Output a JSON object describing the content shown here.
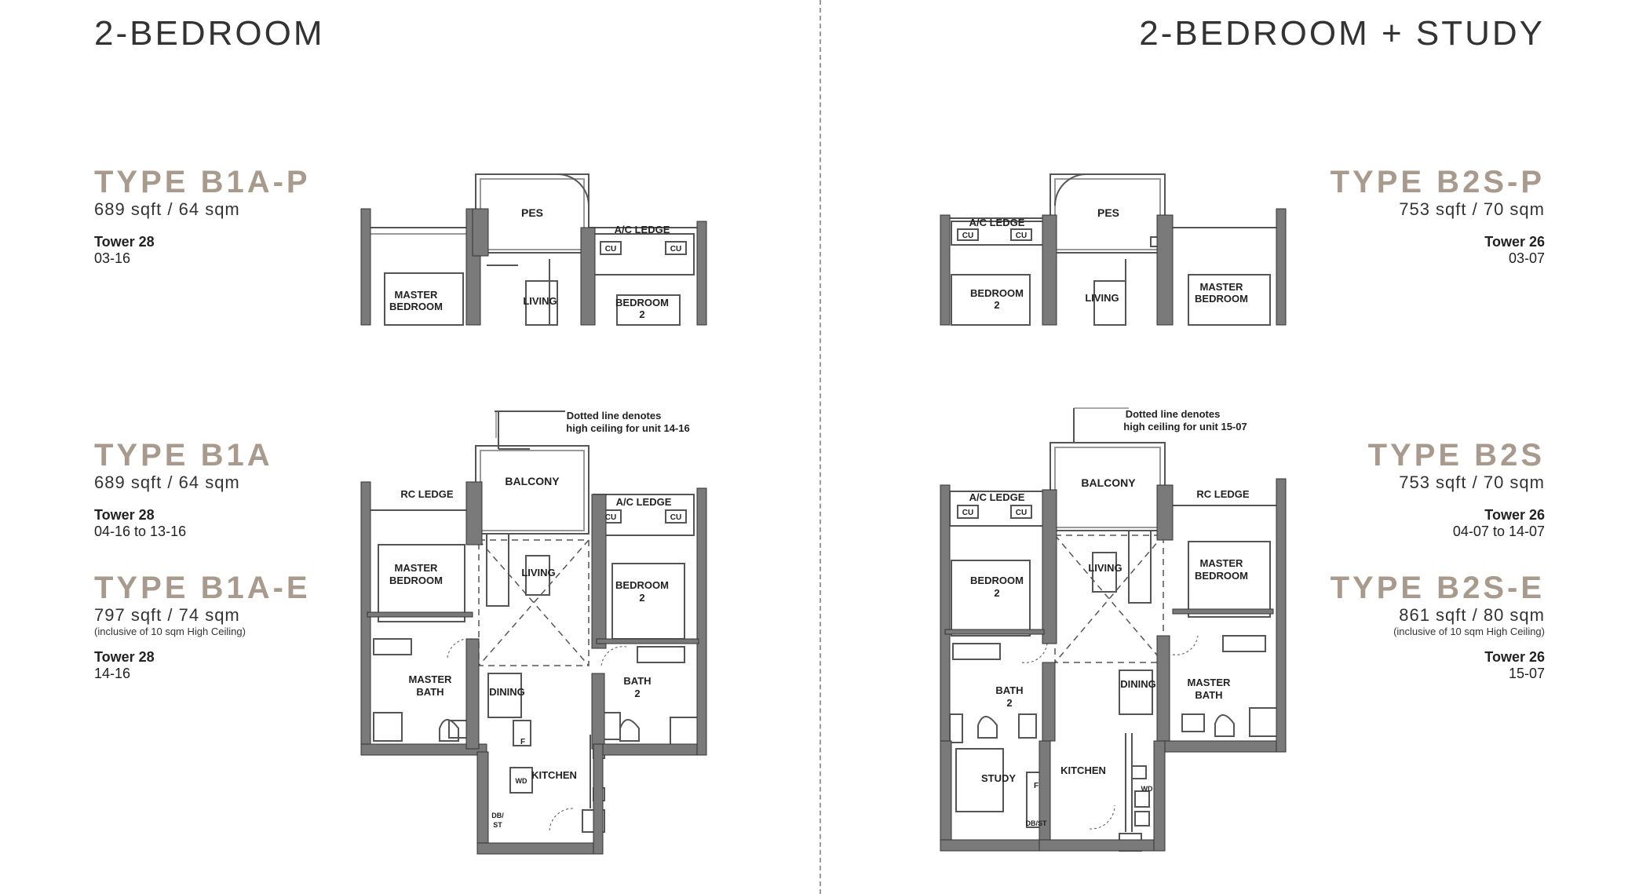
{
  "left": {
    "title": "2-BEDROOM",
    "types": [
      {
        "name": "TYPE B1A-P",
        "size": "689 sqft / 64 sqm",
        "note": "",
        "tower": "Tower 28",
        "units": "03-16"
      },
      {
        "name": "TYPE B1A",
        "size": "689 sqft / 64 sqm",
        "note": "",
        "tower": "Tower 28",
        "units": "04-16 to 13-16"
      },
      {
        "name": "TYPE B1A-E",
        "size": "797 sqft / 74 sqm",
        "note": "(inclusive of 10 sqm High Ceiling)",
        "tower": "Tower 28",
        "units": "14-16"
      }
    ]
  },
  "right": {
    "title": "2-BEDROOM + STUDY",
    "types": [
      {
        "name": "TYPE B2S-P",
        "size": "753 sqft / 70 sqm",
        "note": "",
        "tower": "Tower 26",
        "units": "03-07"
      },
      {
        "name": "TYPE B2S",
        "size": "753 sqft / 70 sqm",
        "note": "",
        "tower": "Tower 26",
        "units": "04-07 to 14-07"
      },
      {
        "name": "TYPE B2S-E",
        "size": "861 sqft / 80 sqm",
        "note": "(inclusive of 10 sqm High Ceiling)",
        "tower": "Tower 26",
        "units": "15-07"
      }
    ]
  },
  "plans": {
    "b1a_p": {
      "pes": "PES",
      "ac_ledge": "A/C LEDGE",
      "cu": "CU",
      "master_1": "MASTER",
      "master_2": "BEDROOM",
      "living": "LIVING",
      "bedroom": "BEDROOM",
      "bedroom_no": "2"
    },
    "b1a": {
      "note_1": "Dotted line denotes",
      "note_2": "high ceiling for unit 14-16",
      "balcony": "BALCONY",
      "rc_ledge": "RC LEDGE",
      "ac_ledge": "A/C LEDGE",
      "cu": "CU",
      "master_1": "MASTER",
      "master_2": "BEDROOM",
      "living": "LIVING",
      "bedroom": "BEDROOM",
      "bedroom_no": "2",
      "mbath_1": "MASTER",
      "mbath_2": "BATH",
      "dining": "DINING",
      "bath": "BATH",
      "bath_no": "2",
      "kitchen": "KITCHEN",
      "f": "F",
      "wd": "WD",
      "db_1": "DB/",
      "db_2": "ST"
    },
    "b2s_p": {
      "pes": "PES",
      "ac_ledge": "A/C LEDGE",
      "cu": "CU",
      "bedroom": "BEDROOM",
      "bedroom_no": "2",
      "living": "LIVING",
      "master_1": "MASTER",
      "master_2": "BEDROOM"
    },
    "b2s": {
      "note_1": "Dotted line denotes",
      "note_2": "high ceiling for unit 15-07",
      "balcony": "BALCONY",
      "ac_ledge": "A/C LEDGE",
      "cu": "CU",
      "rc_ledge": "RC LEDGE",
      "bedroom": "BEDROOM",
      "bedroom_no": "2",
      "living": "LIVING",
      "master_1": "MASTER",
      "master_2": "BEDROOM",
      "bath": "BATH",
      "bath_no": "2",
      "dining": "DINING",
      "mbath_1": "MASTER",
      "mbath_2": "BATH",
      "wd": "WD",
      "study": "STUDY",
      "kitchen": "KITCHEN",
      "f": "F",
      "dbst": "DB/ST"
    }
  }
}
